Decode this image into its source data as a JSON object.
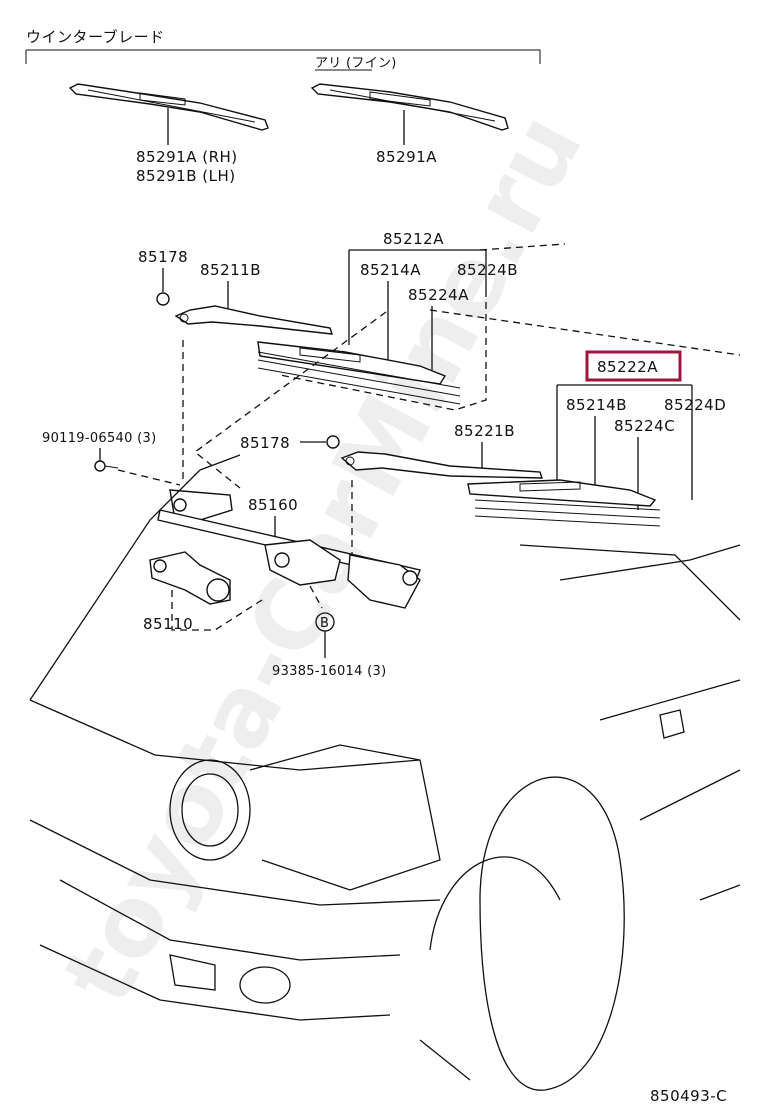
{
  "title_jp": "ウインターブレード",
  "subheader_jp": "アリ (フイン)",
  "watermark": "toyota-CarMine.ru",
  "diagram_code": "850493-C",
  "highlight_color": "#a0153e",
  "labels": {
    "blade_rh": "85291A (RH)",
    "blade_lh": "85291B (LH)",
    "blade_a": "85291A",
    "nut_left": "85178",
    "arm_left": "85211B",
    "blade_assy_left": "85212A",
    "rubber_left_a": "85214A",
    "plate_left_b": "85224B",
    "plate_left_a": "85224A",
    "blade_assy_right": "85222A",
    "rubber_right_b": "85214B",
    "plate_right_d": "85224D",
    "plate_right_c": "85224C",
    "nut_right": "85178",
    "arm_right": "85221B",
    "bolt": "90119-06540 (3)",
    "link": "85160",
    "motor": "85110",
    "circle_b": "B",
    "grommet": "93385-16014 (3)"
  }
}
